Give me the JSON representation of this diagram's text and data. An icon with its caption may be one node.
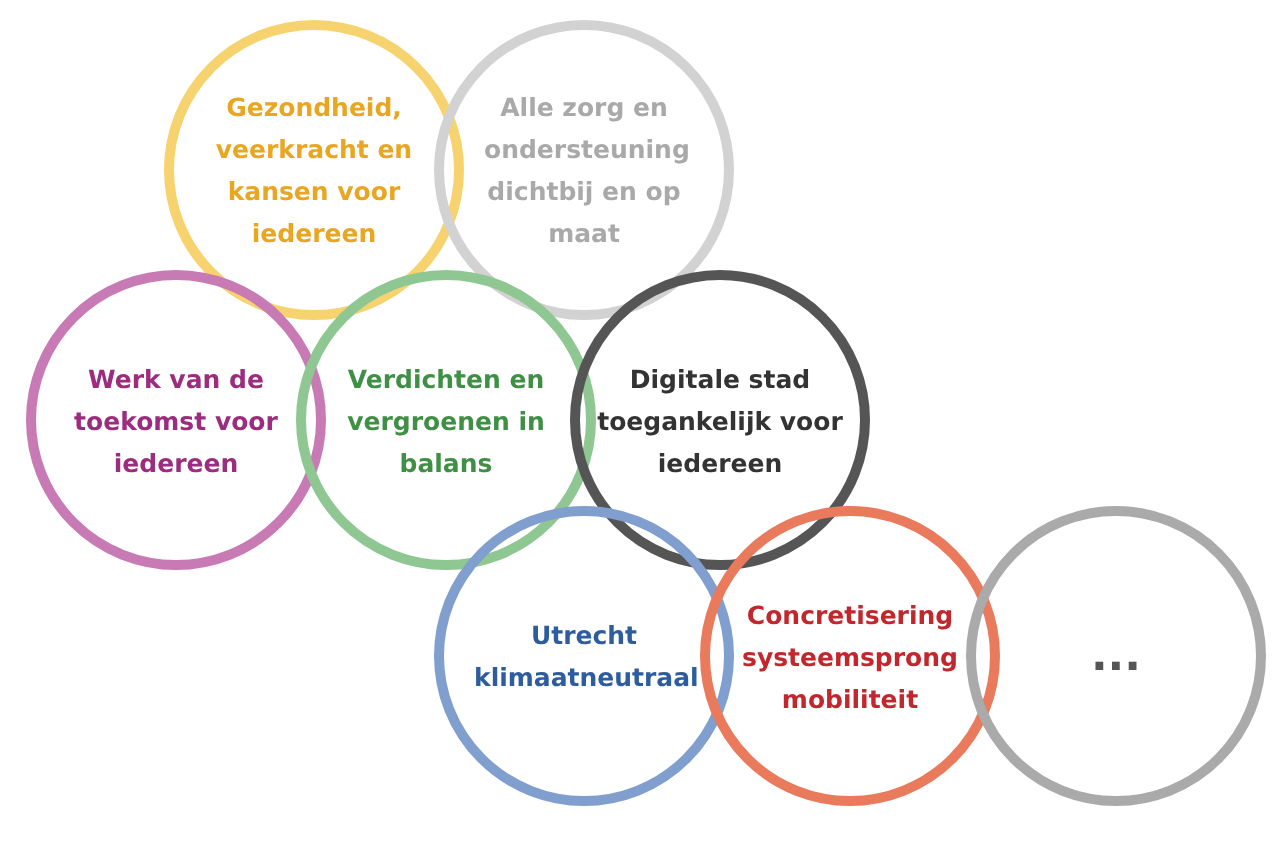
{
  "diagram": {
    "nodes": [
      {
        "text": [
          "Gezondheid, veerkracht en kansen voor iedereen"
        ]
      },
      {
        "text": [
          "Alle zorg en ondersteuning dichtbij en op maat"
        ]
      },
      {
        "text": [
          "Werk van de toekomst voor iedereen"
        ]
      },
      {
        "text": [
          "Verdichten en vergroenen in balans"
        ]
      },
      {
        "text": [
          "Digitale stad toegankelijk voor iedereen"
        ]
      },
      {
        "text": [
          "Utrecht klimaatneutraal"
        ]
      },
      {
        "text": [
          "Concretisering systeemsprong mobiliteit"
        ]
      },
      {
        "text": [
          "..."
        ]
      }
    ],
    "edges": []
  }
}
